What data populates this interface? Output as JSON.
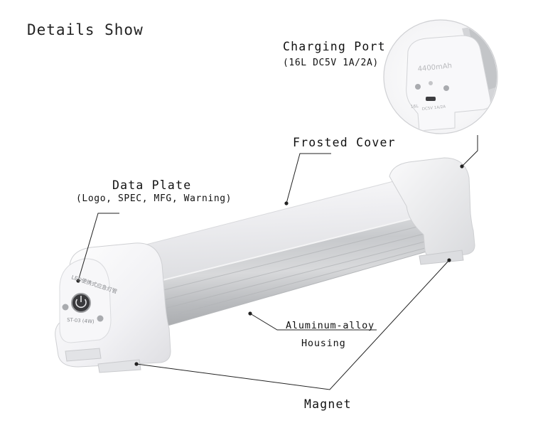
{
  "page_title": "Details Show",
  "callouts": {
    "charging_port": {
      "title": "Charging Port",
      "spec": "(16L DC5V 1A/2A)"
    },
    "frosted_cover": {
      "title": "Frosted Cover"
    },
    "data_plate": {
      "title": "Data Plate",
      "detail": "(Logo, SPEC, MFG, Warning)"
    },
    "housing": {
      "line1": "Aluminum-alloy",
      "line2": "Housing"
    },
    "magnet": {
      "title": "Magnet"
    }
  },
  "product_markings": {
    "inset_capacity": "4400mAh",
    "inset_left_code": "16L",
    "inset_port_spec": "DC5V 1A/2A",
    "cap_chinese_text": "LED便携式应急灯管",
    "model": "ST-03 (4W)"
  },
  "colors": {
    "background": "#ffffff",
    "cap_white": "#f6f6f8",
    "cover_frost": "#e9e9ec",
    "aluminum": "#c9cbcd",
    "line": "#222222"
  }
}
